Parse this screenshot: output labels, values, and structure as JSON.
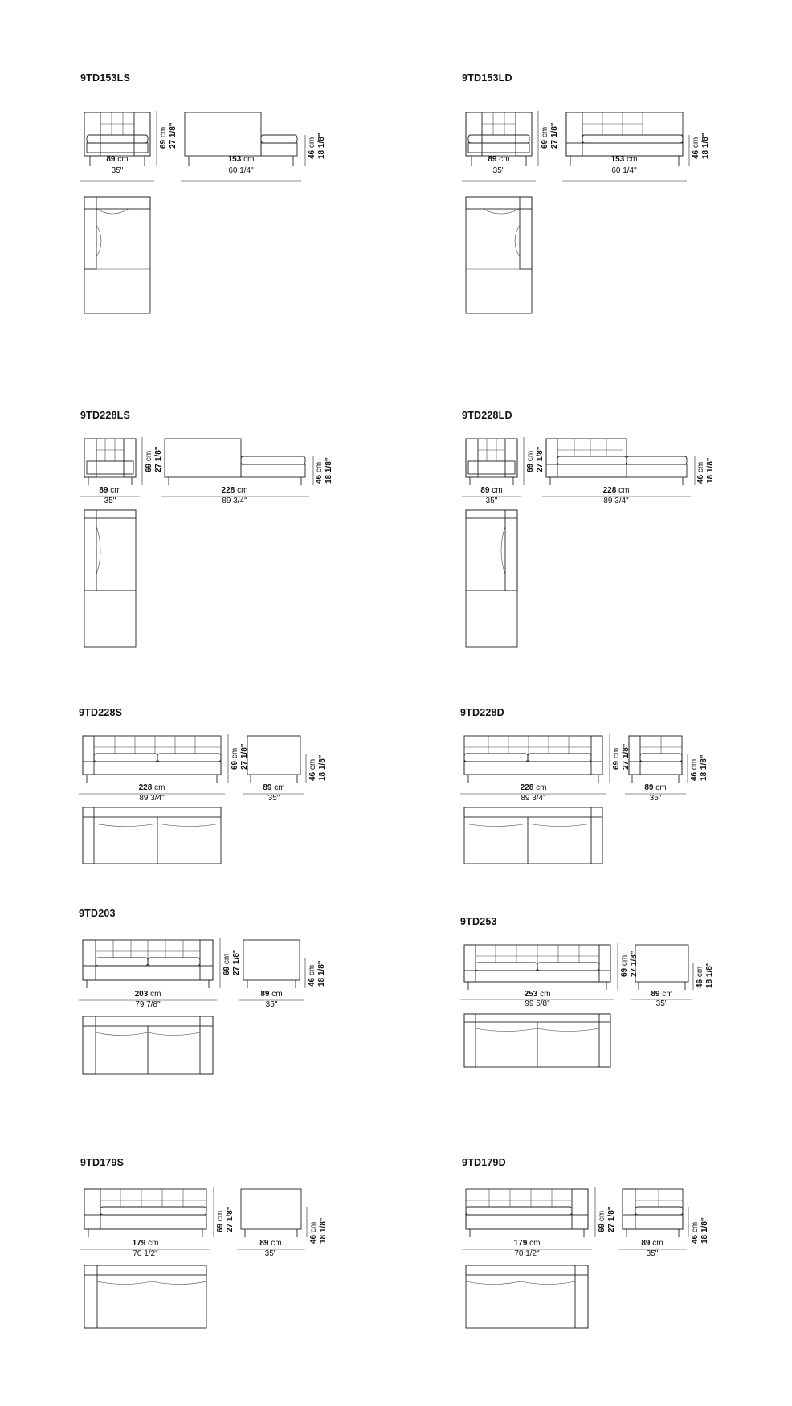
{
  "products": [
    {
      "code": "9TD153LS",
      "a_cm": "89",
      "a_in": "35\"",
      "b_cm": "153",
      "b_in": "60 1/4\"",
      "h1_cm": "69",
      "h1_in": "27 1/8\"",
      "h2_cm": "46",
      "h2_in": "18 1/8\""
    },
    {
      "code": "9TD153LD",
      "a_cm": "89",
      "a_in": "35\"",
      "b_cm": "153",
      "b_in": "60 1/4\"",
      "h1_cm": "69",
      "h1_in": "27 1/8\"",
      "h2_cm": "46",
      "h2_in": "18 1/8\""
    },
    {
      "code": "9TD228LS",
      "a_cm": "89",
      "a_in": "35\"",
      "b_cm": "228",
      "b_in": "89 3/4\"",
      "h1_cm": "69",
      "h1_in": "27 1/8\"",
      "h2_cm": "46",
      "h2_in": "18 1/8\""
    },
    {
      "code": "9TD228LD",
      "a_cm": "89",
      "a_in": "35\"",
      "b_cm": "228",
      "b_in": "89 3/4\"",
      "h1_cm": "69",
      "h1_in": "27 1/8\"",
      "h2_cm": "46",
      "h2_in": "18 1/8\""
    },
    {
      "code": "9TD228S",
      "a_cm": "228",
      "a_in": "89 3/4\"",
      "b_cm": "89",
      "b_in": "35\"",
      "h1_cm": "69",
      "h1_in": "27 1/8\"",
      "h2_cm": "46",
      "h2_in": "18 1/8\""
    },
    {
      "code": "9TD228D",
      "a_cm": "228",
      "a_in": "89 3/4\"",
      "b_cm": "89",
      "b_in": "35\"",
      "h1_cm": "69",
      "h1_in": "27 1/8\"",
      "h2_cm": "46",
      "h2_in": "18 1/8\""
    },
    {
      "code": "9TD203",
      "a_cm": "203",
      "a_in": "79 7/8\"",
      "b_cm": "89",
      "b_in": "35\"",
      "h1_cm": "69",
      "h1_in": "27 1/8\"",
      "h2_cm": "46",
      "h2_in": "18 1/8\""
    },
    {
      "code": "9TD253",
      "a_cm": "253",
      "a_in": "99 5/8\"",
      "b_cm": "89",
      "b_in": "35\"",
      "h1_cm": "69",
      "h1_in": "27 1/8\"",
      "h2_cm": "46",
      "h2_in": "18 1/8\""
    },
    {
      "code": "9TD179S",
      "a_cm": "179",
      "a_in": "70 1/2\"",
      "b_cm": "89",
      "b_in": "35\"",
      "h1_cm": "69",
      "h1_in": "27 1/8\"",
      "h2_cm": "46",
      "h2_in": "18 1/8\""
    },
    {
      "code": "9TD179D",
      "a_cm": "179",
      "a_in": "70 1/2\"",
      "b_cm": "89",
      "b_in": "35\"",
      "h1_cm": "69",
      "h1_in": "27 1/8\"",
      "h2_cm": "46",
      "h2_in": "18 1/8\""
    }
  ],
  "unit_cm": "cm"
}
